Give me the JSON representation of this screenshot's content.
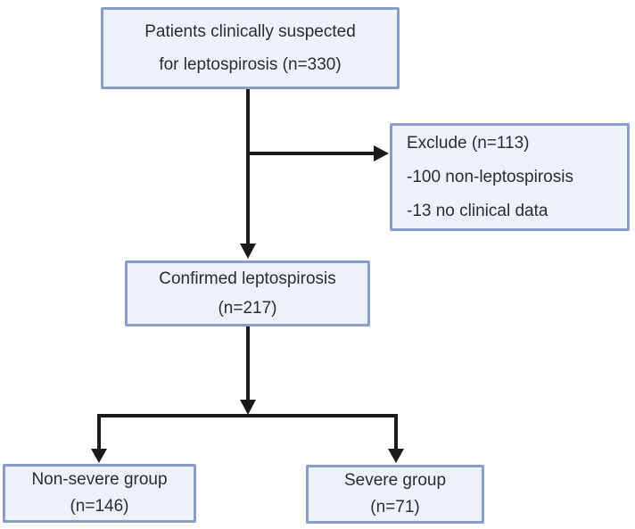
{
  "boxes": {
    "suspected": {
      "lines": [
        "Patients clinically suspected",
        "for leptospirosis (n=330)"
      ]
    },
    "exclude": {
      "lines": [
        "Exclude (n=113)",
        "-100 non-leptospirosis",
        "-13 no clinical data"
      ]
    },
    "confirmed": {
      "lines": [
        "Confirmed leptospirosis",
        "(n=217)"
      ]
    },
    "non_severe": {
      "lines": [
        "Non-severe group",
        "(n=146)"
      ]
    },
    "severe": {
      "lines": [
        "Severe group",
        "(n=71)"
      ]
    }
  },
  "edges": [
    {
      "from": "suspected",
      "to": "exclude"
    },
    {
      "from": "suspected",
      "to": "confirmed"
    },
    {
      "from": "confirmed",
      "to": "non_severe"
    },
    {
      "from": "confirmed",
      "to": "severe"
    }
  ],
  "colors": {
    "box_fill": "#edf1f9",
    "box_border": "#8b9cca",
    "arrow": "#1b1b1b",
    "text": "#2d2d2d",
    "background": "#ffffff"
  }
}
